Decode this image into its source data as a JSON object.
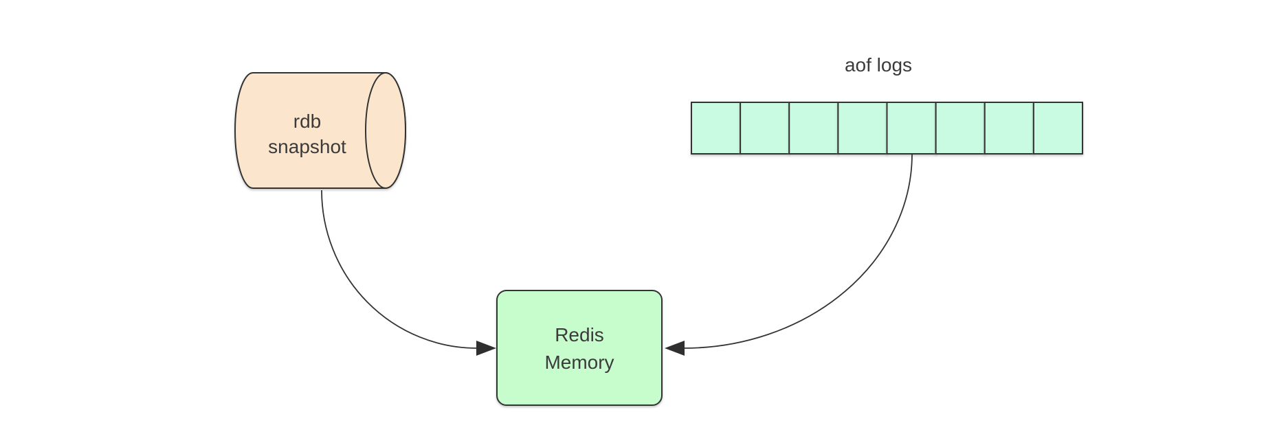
{
  "diagram": {
    "background": "#ffffff",
    "stroke_color": "#333333",
    "text_color": "#3b3b3b",
    "nodes": {
      "rdb_snapshot": {
        "type": "cylinder",
        "label_line1": "rdb",
        "label_line2": "snapshot",
        "fill": "#fce5cd"
      },
      "aof_logs": {
        "type": "segmented-bar",
        "title": "aof logs",
        "segment_count": 8,
        "fill": "#c9fbe2"
      },
      "redis_memory": {
        "type": "rounded-rect",
        "label_line1": "Redis",
        "label_line2": "Memory",
        "fill": "#c7fccd"
      }
    },
    "edges": [
      {
        "from": "rdb_snapshot",
        "to": "redis_memory"
      },
      {
        "from": "aof_logs",
        "to": "redis_memory"
      }
    ]
  }
}
